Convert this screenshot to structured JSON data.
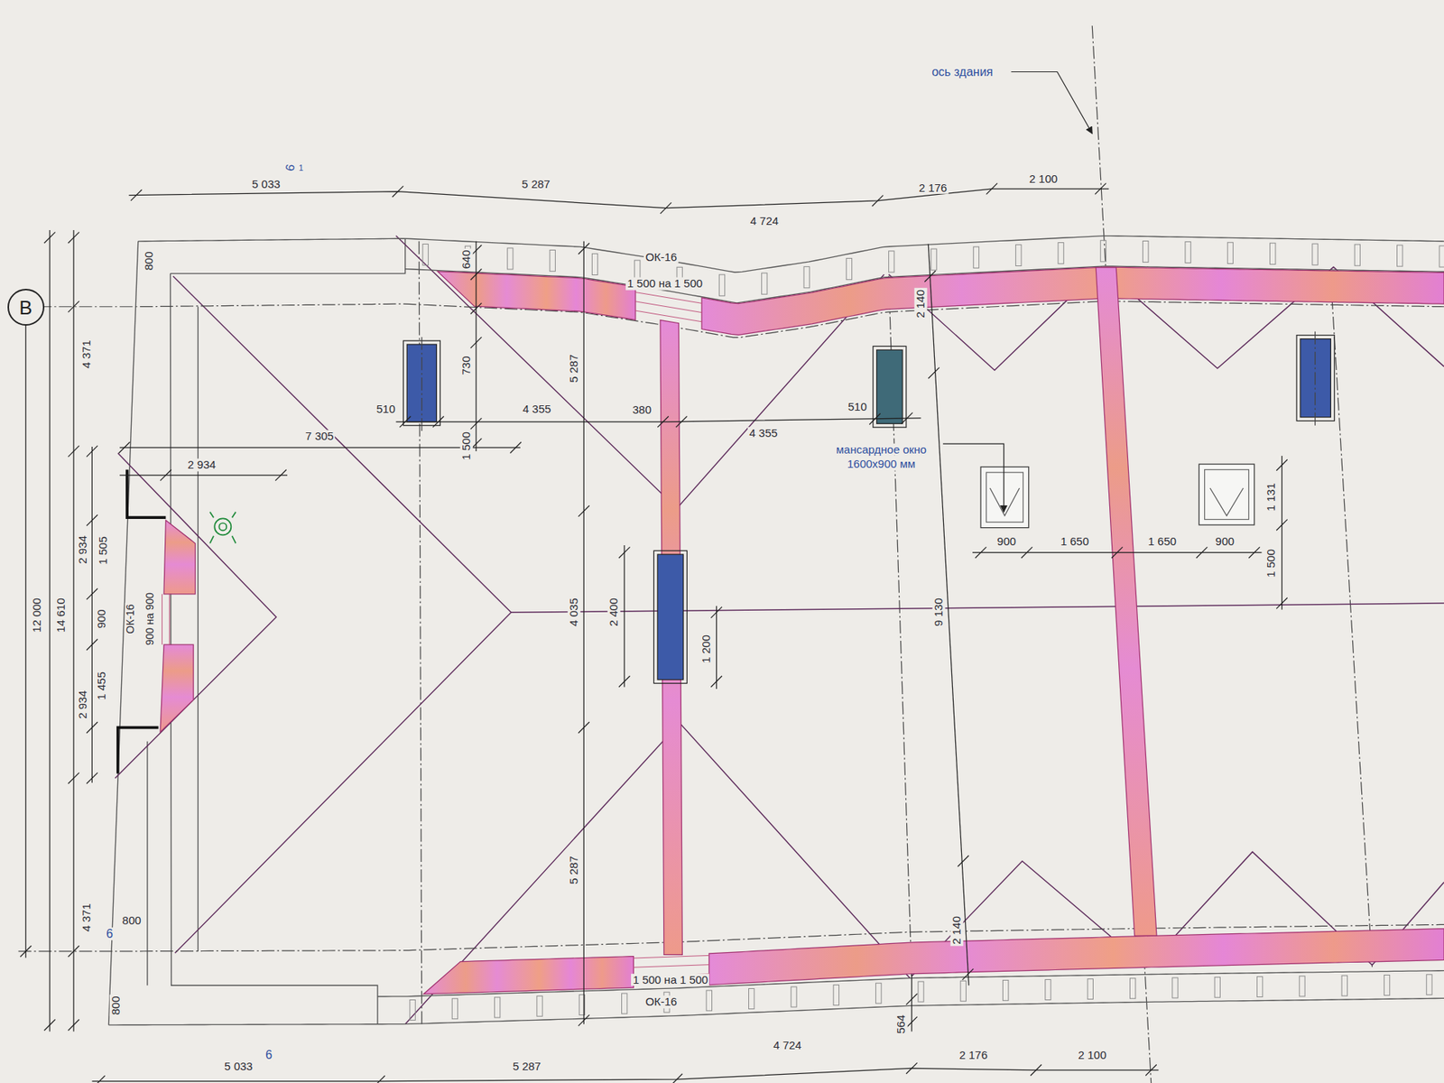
{
  "diagram": {
    "nodes": [
      {
        "text": [
          "B"
        ]
      }
    ],
    "labels": [
      "ось здания",
      "6",
      "1",
      "5 033",
      "5 287",
      "4 724",
      "2 176",
      "2 100",
      "4 371",
      "12 000",
      "14 610",
      "2 934",
      "1 505",
      "900",
      "1 455",
      "2 934",
      "4 371",
      "800",
      "800",
      "6",
      "800",
      "640",
      "ОК-16",
      "1 500 на 1 500",
      "730",
      "1 500",
      "510",
      "4 355",
      "380",
      "4 355",
      "510",
      "7 305",
      "2 934",
      "5 287",
      "4 035",
      "5 287",
      "2 140",
      "мансардное окно",
      "1600х900 мм",
      "900",
      "1 650",
      "1 650",
      "900",
      "1 131",
      "1 500",
      "9 130",
      "2 400",
      "1 200",
      "ОК-16",
      "900 на 900",
      "2 140",
      "564",
      "1 500 на 1 500",
      "ОК-16",
      "5 033",
      "6",
      "5 287",
      "4 724",
      "2 176",
      "2 100"
    ]
  }
}
